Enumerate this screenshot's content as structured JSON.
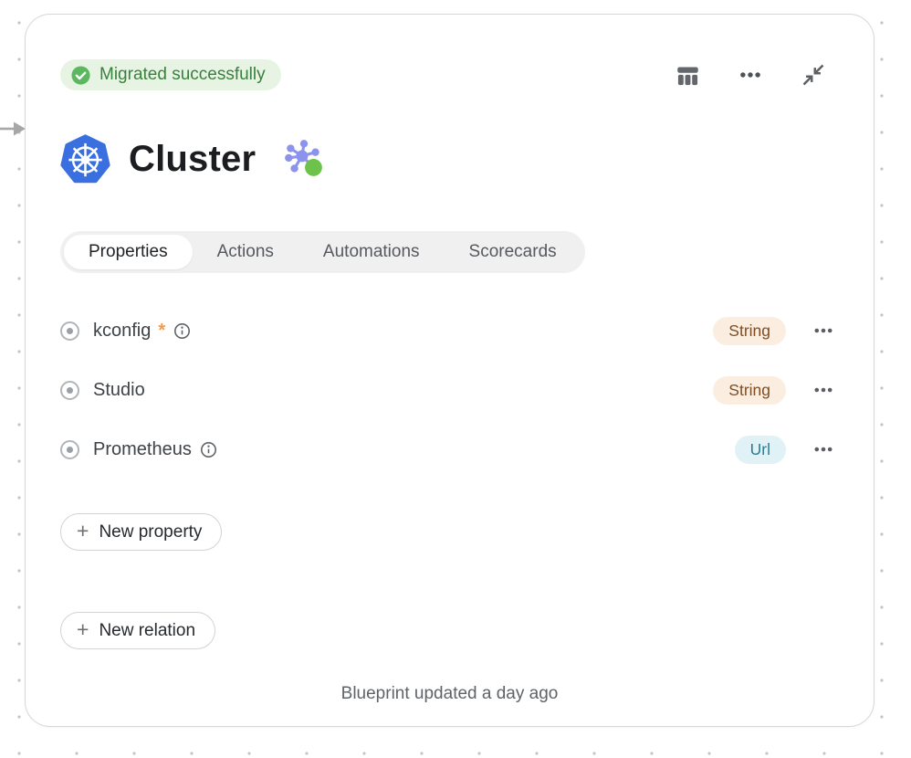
{
  "card": {
    "status_badge": {
      "label": "Migrated successfully",
      "bg": "#e7f4e3",
      "text_color": "#39803e",
      "icon_color": "#5cb85f"
    },
    "toolbar": {
      "icons": [
        "table-view-icon",
        "ellipsis-icon",
        "collapse-icon"
      ]
    },
    "title": {
      "text": "Cluster",
      "icon": "kubernetes-icon",
      "icon_color": "#3a6fe0",
      "suffix_icon": "graph-network-icon",
      "suffix_icon_colors": {
        "nodes": "#8b93ee",
        "status_dot": "#6cc24a"
      }
    },
    "tabs": [
      {
        "label": "Properties",
        "active": true
      },
      {
        "label": "Actions",
        "active": false
      },
      {
        "label": "Automations",
        "active": false
      },
      {
        "label": "Scorecards",
        "active": false
      }
    ],
    "properties": [
      {
        "name": "kconfig",
        "required": true,
        "has_info": true,
        "type": "String",
        "type_bg": "#fbeee0",
        "type_text": "#7d4e26"
      },
      {
        "name": "Studio",
        "required": false,
        "has_info": false,
        "type": "String",
        "type_bg": "#fbeee0",
        "type_text": "#7d4e26"
      },
      {
        "name": "Prometheus",
        "required": false,
        "has_info": true,
        "type": "Url",
        "type_bg": "#e1f2f7",
        "type_text": "#2b7d92"
      }
    ],
    "buttons": {
      "plus": "+",
      "new_property": "New property",
      "new_relation": "New relation"
    },
    "footer": {
      "text": "Blueprint updated a day ago"
    }
  }
}
